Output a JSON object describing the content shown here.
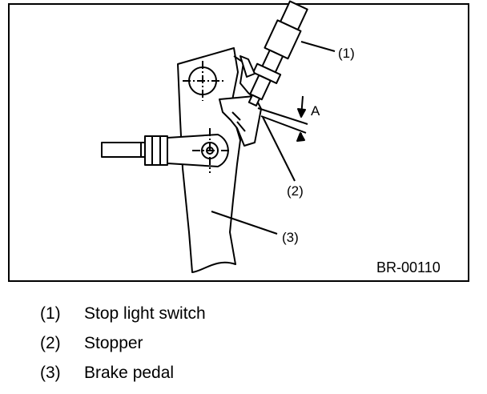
{
  "figure": {
    "id": "BR-00110",
    "dimension_label": "A",
    "callouts": [
      {
        "num": "(1)"
      },
      {
        "num": "(2)"
      },
      {
        "num": "(3)"
      }
    ]
  },
  "legend": [
    {
      "num": "(1)",
      "label": "Stop light switch"
    },
    {
      "num": "(2)",
      "label": "Stopper"
    },
    {
      "num": "(3)",
      "label": "Brake pedal"
    }
  ]
}
